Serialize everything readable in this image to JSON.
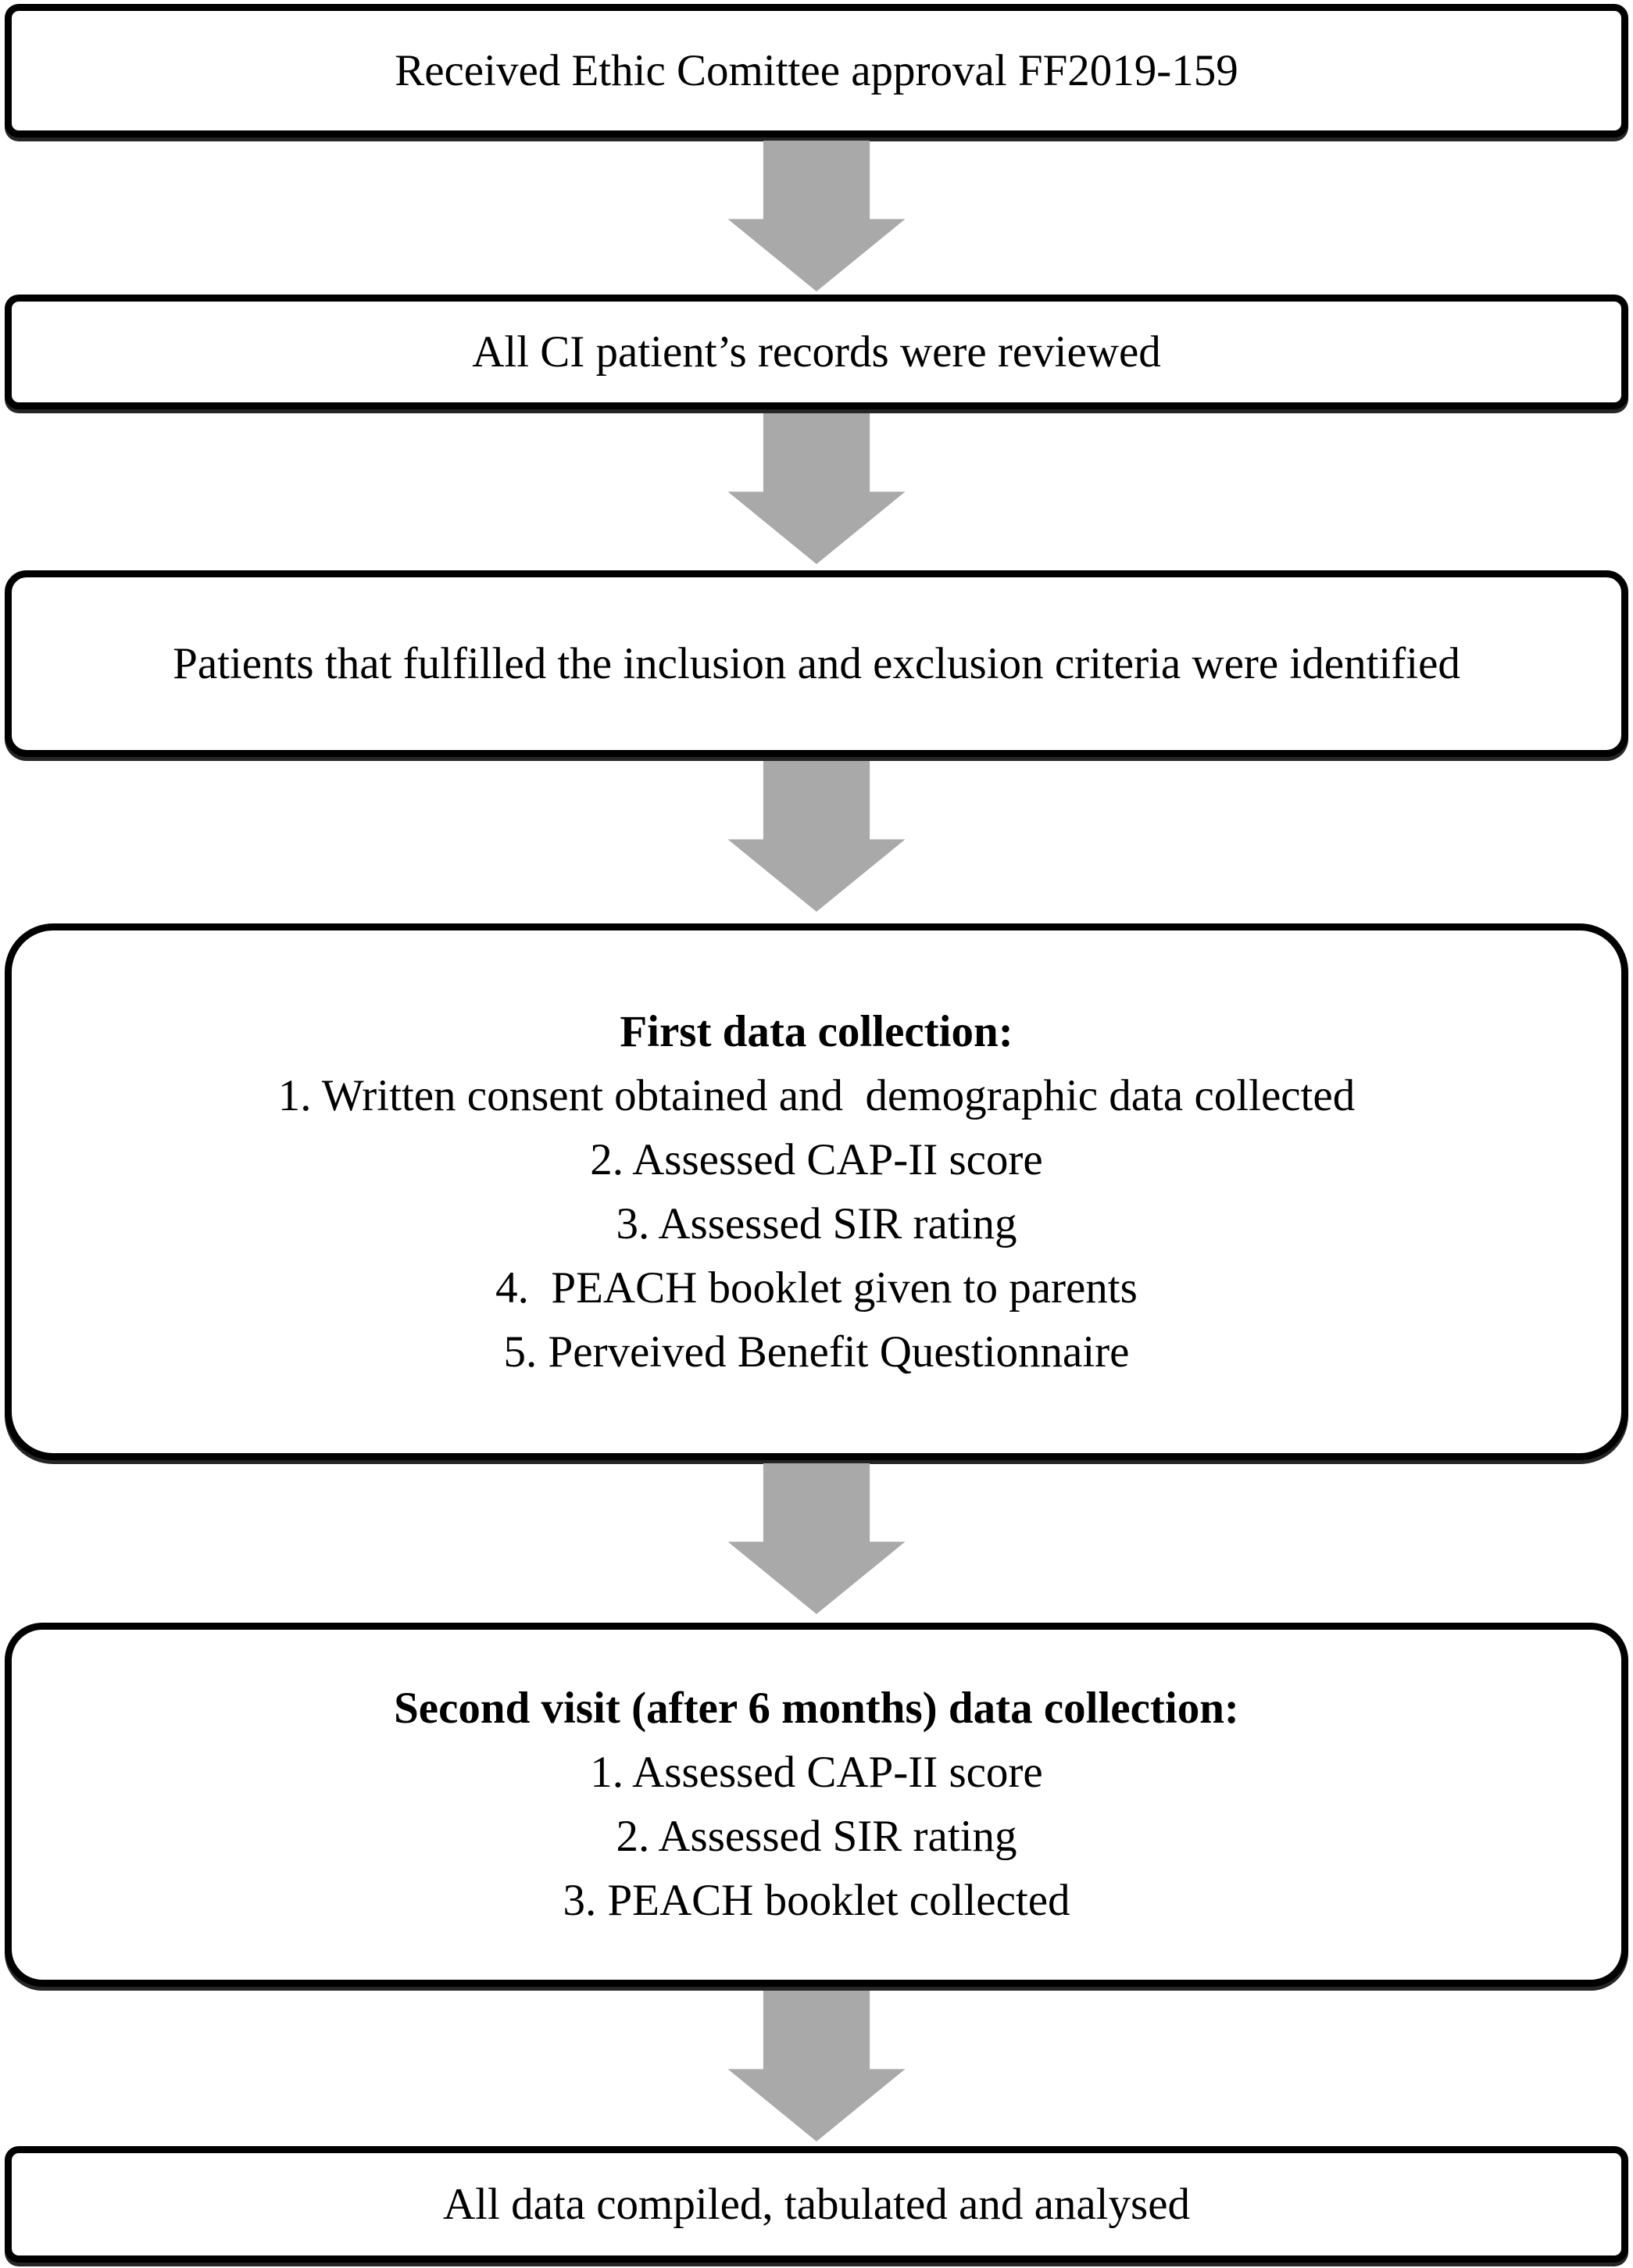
{
  "page": {
    "background": "#ffffff",
    "text_color": "#000000",
    "border_color": "#000000",
    "arrow_color": "#a9a9a9"
  },
  "flowchart": {
    "boxes": [
      {
        "id": "ethics-approval",
        "text": "Received Ethic Comittee approval FF2019-159"
      },
      {
        "id": "records-reviewed",
        "text": "All CI patient’s records were reviewed"
      },
      {
        "id": "criteria-identified",
        "text": "Patients that fulfilled the inclusion and exclusion criteria were identified"
      },
      {
        "id": "first-data-collection",
        "title": "First data collection:",
        "items": [
          "1. Written consent obtained and  demographic data collected",
          "2. Assessed CAP-II score",
          "3. Assessed SIR rating",
          "4.  PEACH booklet given to parents",
          "5. Perveived Benefit Questionnaire"
        ]
      },
      {
        "id": "second-data-collection",
        "title": "Second visit (after 6 months) data collection:",
        "items": [
          "1. Assessed CAP-II score",
          "2. Assessed SIR rating",
          "3. PEACH booklet collected"
        ]
      },
      {
        "id": "data-analysed",
        "text": "All data compiled, tabulated and analysed"
      }
    ],
    "arrows": [
      {
        "id": "arrow-1",
        "direction": "down"
      },
      {
        "id": "arrow-2",
        "direction": "down"
      },
      {
        "id": "arrow-3",
        "direction": "down"
      },
      {
        "id": "arrow-4",
        "direction": "down"
      },
      {
        "id": "arrow-5",
        "direction": "down"
      }
    ]
  }
}
